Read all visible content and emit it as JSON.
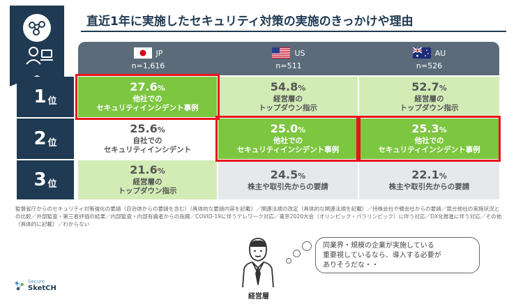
{
  "title": "直近1年に実施したセキュリティ対策の実施のきっかけや理由",
  "columns": [
    {
      "country": "JP",
      "n": "n=1,616"
    },
    {
      "country": "US",
      "n": "n=511"
    },
    {
      "country": "AU",
      "n": "n=526"
    }
  ],
  "ranks": [
    {
      "num": "1",
      "suffix": "位"
    },
    {
      "num": "2",
      "suffix": "位"
    },
    {
      "num": "3",
      "suffix": "位"
    }
  ],
  "cells": [
    [
      {
        "pct": "27.6",
        "unit": "%",
        "line1": "他社での",
        "line2": "セキュリティインシデント事例"
      },
      {
        "pct": "54.8",
        "unit": "%",
        "line1": "経営層の",
        "line2": "トップダウン指示"
      },
      {
        "pct": "52.7",
        "unit": "%",
        "line1": "経営層の",
        "line2": "トップダウン指示"
      }
    ],
    [
      {
        "pct": "25.6",
        "unit": "%",
        "line1": "自社での",
        "line2": "セキュリティインシデント"
      },
      {
        "pct": "25.0",
        "unit": "%",
        "line1": "他社での",
        "line2": "セキュリティインシデント事例"
      },
      {
        "pct": "25.3",
        "unit": "%",
        "line1": "他社での",
        "line2": "セキュリティインシデント事例"
      }
    ],
    [
      {
        "pct": "21.6",
        "unit": "%",
        "line1": "経営層の",
        "line2": "トップダウン指示"
      },
      {
        "pct": "24.5",
        "unit": "%",
        "line1": "株主や取引先からの要請",
        "line2": ""
      },
      {
        "pct": "22.1",
        "unit": "%",
        "line1": "株主や取引先からの要請",
        "line2": ""
      }
    ]
  ],
  "note": "監督省庁からのセキュリティ対策強化の要請（自治体からの要請を含む）（具体的な要請内容を記載）／関連法規の改定（具体的な関連法規を記載）／持株会社や親会社からの要請／競合他社の実施状況との比較／外部監査・第三者評価の結果／内部監査・内部有識者からの指摘／COVID-19に伴うテレワーク対応／東京2020大会（オリンピック・パラリンピック）に伴う対応／DX化推進に伴う対応／その他（具体的に記載）／わからない",
  "speech": {
    "line1": "同業界・規模の企業が実施している",
    "line2": "重要視しているなら、導入する必要が",
    "line3": "ありそうだな・・"
  },
  "person_label": "経営層",
  "logo": {
    "top": "Secure",
    "bottom": "SketCH"
  },
  "colors": {
    "navy": "#1f3a52",
    "green": "#7dc640",
    "light_green": "#d3ecb6",
    "gray": "#e6e8eb",
    "red": "#e8141b"
  }
}
